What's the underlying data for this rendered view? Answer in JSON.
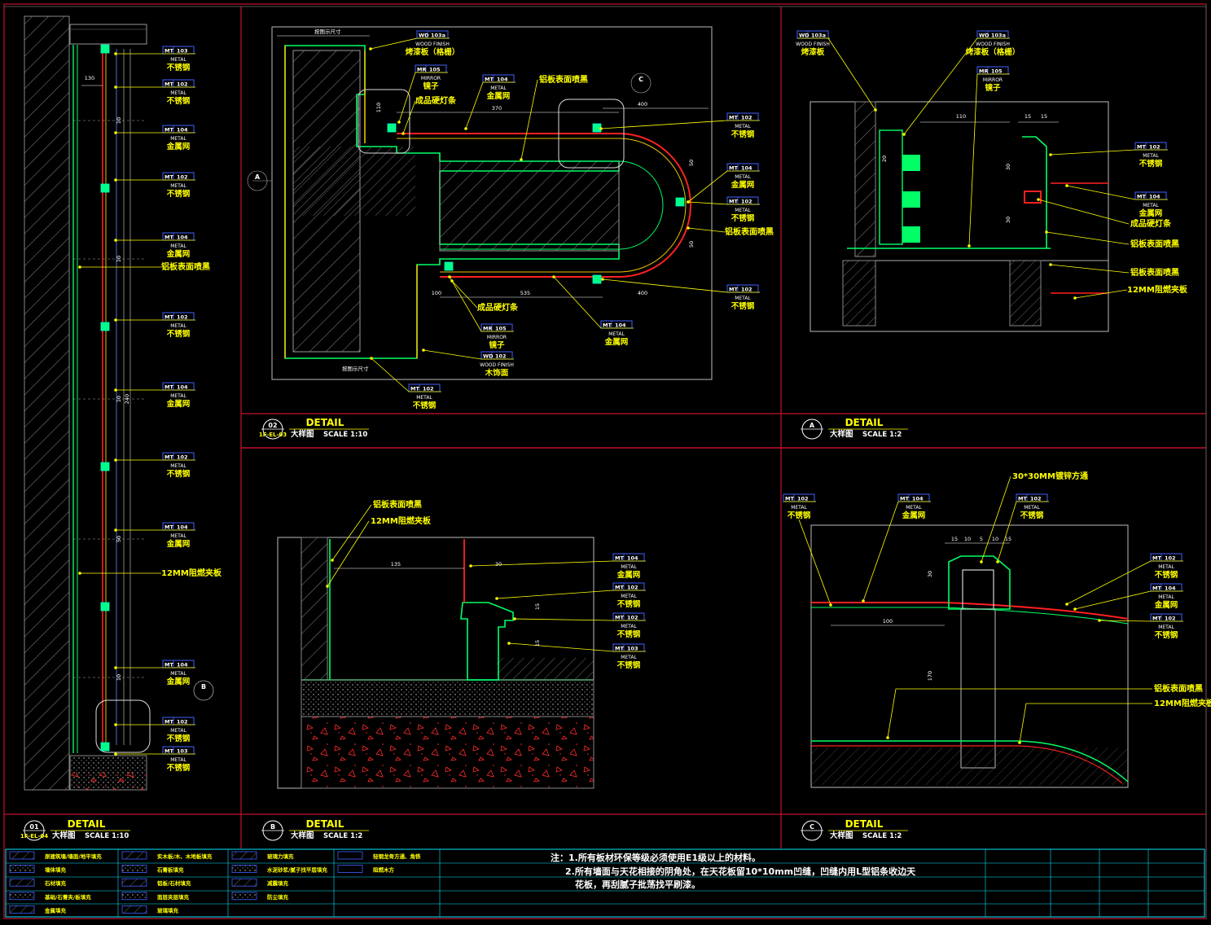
{
  "colors": {
    "frame": "#c8102e",
    "dim": "#ffffff",
    "label": "#ffff00",
    "wall": "#00ff66",
    "cyan": "#00e5ff",
    "blue": "#4060ff",
    "red": "#ff2020"
  },
  "tags": {
    "mt102": {
      "code": "MT",
      "num": "102",
      "en": "METAL",
      "cn": "不锈钢"
    },
    "mt103": {
      "code": "MT",
      "num": "103",
      "en": "METAL",
      "cn": "不锈钢"
    },
    "mt104": {
      "code": "MT",
      "num": "104",
      "en": "METAL",
      "cn": "金属网"
    },
    "mr105": {
      "code": "MR",
      "num": "105",
      "en": "MIRROR",
      "cn": "镜子"
    },
    "wd102": {
      "code": "WD",
      "num": "102",
      "en": "WOOD FINISH",
      "cn": "木饰面"
    },
    "wd103a": {
      "code": "WD",
      "num": "103a",
      "en": "WOOD FINISH",
      "cn": "烤漆板（格栅）"
    },
    "wd103a_b": {
      "code": "WD",
      "num": "103a",
      "en": "WOOD FINISH",
      "cn": "烤漆板"
    }
  },
  "labels": {
    "alum": "铝板表面喷黑",
    "board": "12MM阻燃夹板",
    "led": "成品硬灯条",
    "tube": "30*30MM镀锌方通",
    "size": "按图示尺寸"
  },
  "titles": [
    {
      "num": "01",
      "sub": "1F-EL-04",
      "en": "DETAIL",
      "cn": "大样图",
      "scale": "SCALE 1:10"
    },
    {
      "num": "02",
      "sub": "1F-EL-03",
      "en": "DETAIL",
      "cn": "大样图",
      "scale": "SCALE 1:10"
    },
    {
      "num": "A",
      "sub": "",
      "en": "DETAIL",
      "cn": "大样图",
      "scale": "SCALE 1:2"
    },
    {
      "num": "B",
      "sub": "",
      "en": "DETAIL",
      "cn": "大样图",
      "scale": "SCALE 1:2"
    },
    {
      "num": "C",
      "sub": "",
      "en": "DETAIL",
      "cn": "大样图",
      "scale": "SCALE 1:2"
    }
  ],
  "legend": [
    "原建筑墙/墙面/地平填充",
    "墙体填充",
    "石材填充",
    "基础/石膏夹/板填充",
    "金属填充",
    "实木板/木、木地板填充",
    "石膏板填充",
    "铝板/石材填充",
    "面层夹层填充",
    "玻璃填充",
    "玻璃力填充",
    "水泥砂浆/腻子找平层填充",
    "减震填充",
    "防尘填充",
    "轻钢龙骨方通、角铁",
    "阻燃木方"
  ],
  "notes": [
    "注：1.所有板材环保等级必须使用E1级以上的材料。",
    "2.所有墙面与天花相接的阴角处，在天花板留10*10mm凹缝，凹缝内用L型铝条收边天",
    "花板，再刮腻子批荡找平刷漆。"
  ],
  "dims": {
    "d130": "130",
    "d10": "10",
    "d50": "50",
    "d240": "240",
    "d400": "400",
    "d370": "370",
    "d535": "535",
    "d110": "110",
    "d15": "15",
    "d20": "20",
    "d30": "30",
    "d100": "100",
    "d135": "135",
    "d170": "170",
    "d5": "5",
    "d100b": "100"
  }
}
